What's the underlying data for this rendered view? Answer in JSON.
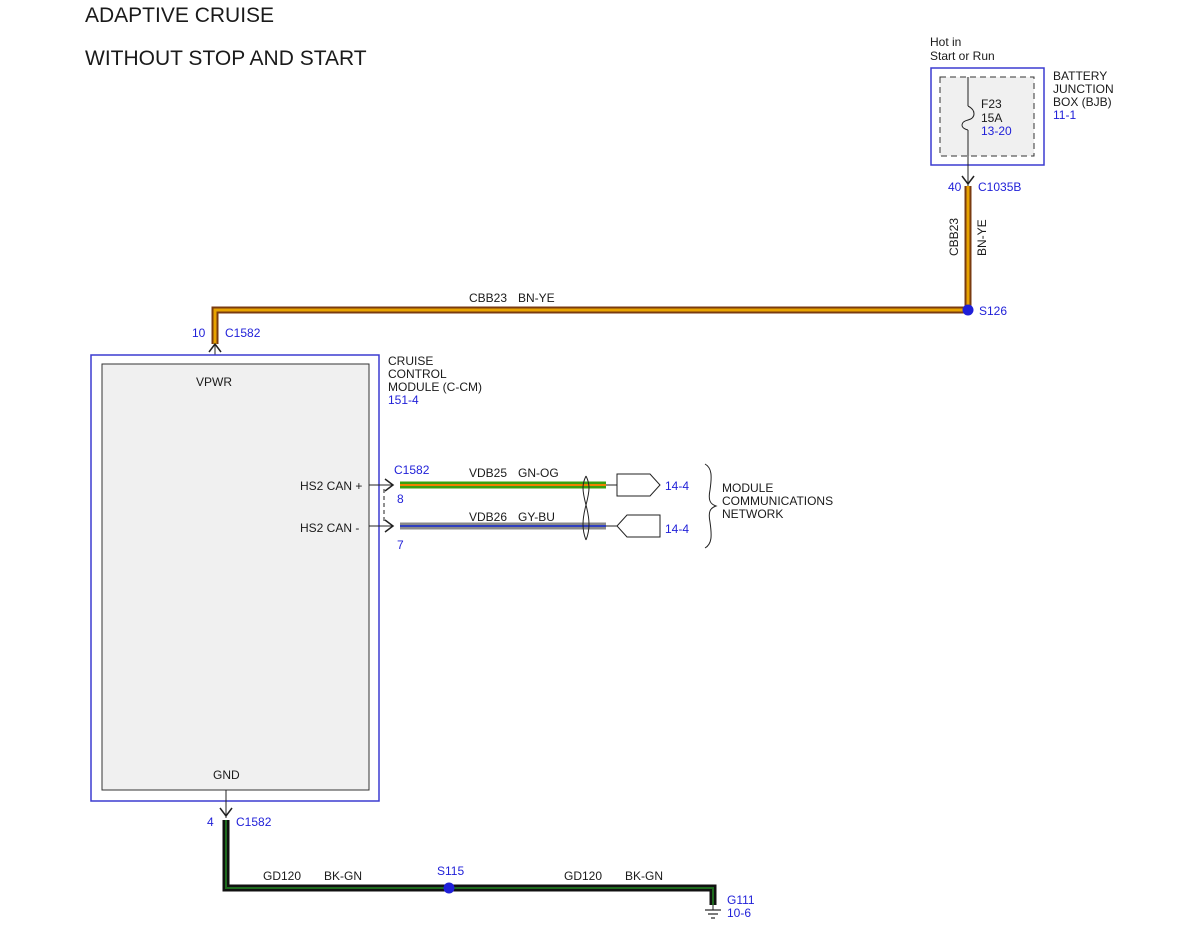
{
  "title": {
    "line1": "ADAPTIVE CRUISE",
    "line2": "WITHOUT STOP AND START"
  },
  "power": {
    "hot_line1": "Hot in",
    "hot_line2": "Start or Run"
  },
  "bjb": {
    "name_line1": "BATTERY",
    "name_line2": "JUNCTION",
    "name_line3": "BOX (BJB)",
    "ref": "11-1",
    "fuse_id": "F23",
    "fuse_rating": "15A",
    "fuse_ref": "13-20",
    "pin": "40",
    "connector": "C1035B"
  },
  "wires": {
    "cbb23_circuit": "CBB23",
    "cbb23_color": "BN-YE",
    "vdb25_circuit": "VDB25",
    "vdb25_color": "GN-OG",
    "vdb26_circuit": "VDB26",
    "vdb26_color": "GY-BU",
    "gd120_circuit": "GD120",
    "gd120_color": "BK-GN"
  },
  "splices": {
    "s126": "S126",
    "s115": "S115"
  },
  "module": {
    "name_line1": "CRUISE",
    "name_line2": "CONTROL",
    "name_line3": "MODULE (C-CM)",
    "ref": "151-4",
    "pin_vpwr": "VPWR",
    "pin_hs2_plus": "HS2 CAN +",
    "pin_hs2_minus": "HS2 CAN -",
    "pin_gnd": "GND"
  },
  "connectors": {
    "c1582": "C1582",
    "vpwr_pin": "10",
    "can_plus_pin": "8",
    "can_minus_pin": "7",
    "gnd_pin": "4"
  },
  "network": {
    "ref_plus": "14-4",
    "ref_minus": "14-4",
    "label_line1": "MODULE",
    "label_line2": "COMMUNICATIONS",
    "label_line3": "NETWORK"
  },
  "ground": {
    "id": "G111",
    "ref": "10-6"
  },
  "colors": {
    "brown_yellow": "#e8a300",
    "brown": "#7a3b10",
    "green": "#3aa010",
    "orange": "#f08000",
    "gray": "#8a8a8a",
    "blue": "#3040c0",
    "black": "#111111",
    "ground_green": "#1e6b1e",
    "ref_blue": "#1f1fd8"
  }
}
